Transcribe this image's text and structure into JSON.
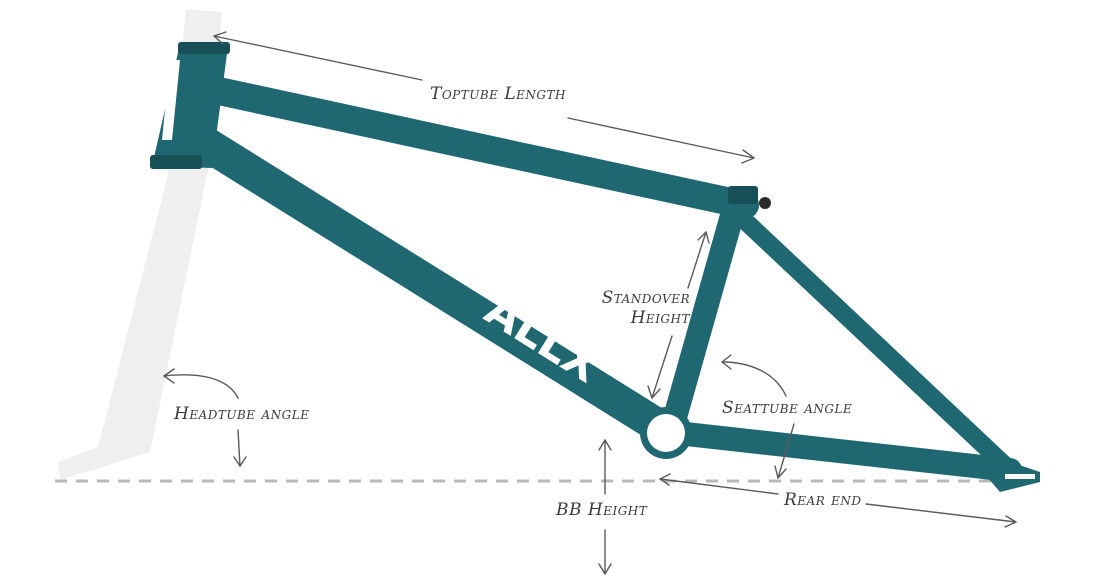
{
  "colors": {
    "frame": "#1f6872",
    "frame_dark": "#174f57",
    "fork": "#efefef",
    "ground": "#b8b8b8",
    "ink": "#3a3a3a"
  },
  "labels": {
    "toptube_length": "Toptube Length",
    "standover_height_line1": "Standover",
    "standover_height_line2": "Height",
    "headtube_angle": "Headtube angle",
    "seattube_angle": "Seattube angle",
    "bb_height": "BB Height",
    "rear_end": "Rear end"
  },
  "frame_logo": "ALLX"
}
